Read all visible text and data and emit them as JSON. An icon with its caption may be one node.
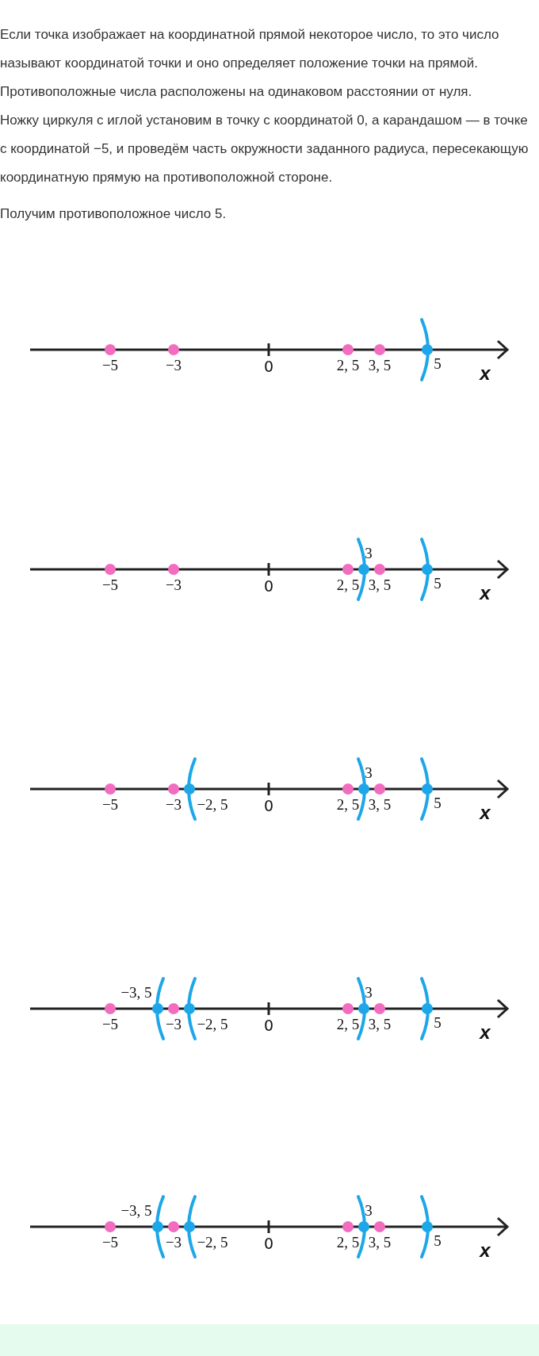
{
  "diagram": {
    "labels": [
      "Если точка изображает на координатной прямой некоторое число, то это число называют координатой точки и оно определяет положение точки на прямой.",
      "Противоположные числа расположены на одинаковом расстоянии от нуля.",
      "Ножку циркуля с иглой установим в точку с координатой 0, а карандашом — в точке с координатой −5, и проведём часть окружности заданного радиуса, пересекающую координатную прямую на противоположной стороне.",
      "Получим противоположное число 5.",
      "−5",
      "−3",
      "0",
      "2, 5",
      "3, 5",
      "5",
      "x",
      "3",
      "−5",
      "−3",
      "0",
      "2, 5",
      "3, 5",
      "5",
      "x",
      "3",
      "−5",
      "−3",
      "−2, 5",
      "0",
      "2, 5",
      "3, 5",
      "5",
      "x",
      "−3, 5",
      "3",
      "−5",
      "−3",
      "−2, 5",
      "0",
      "2, 5",
      "3, 5",
      "5",
      "x",
      "−3, 5",
      "3",
      "−5",
      "−3",
      "−2, 5",
      "0",
      "2, 5",
      "3, 5",
      "5",
      "x"
    ]
  }
}
